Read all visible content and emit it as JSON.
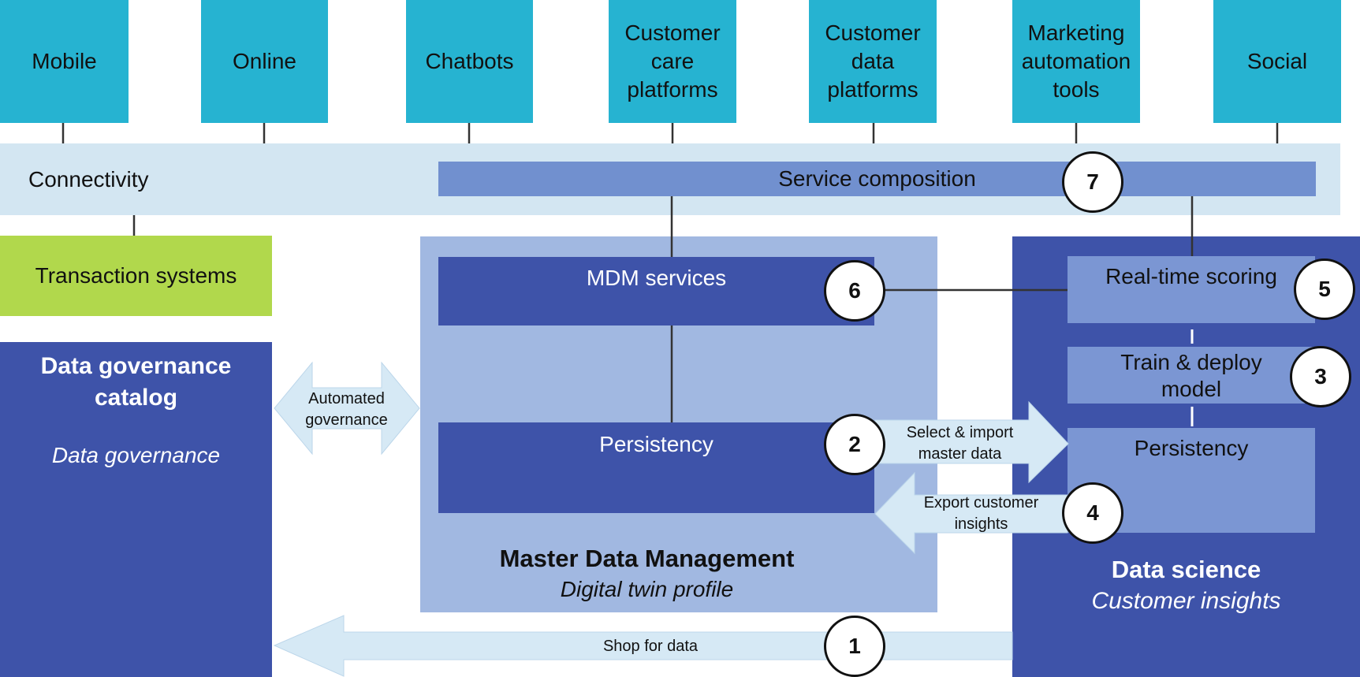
{
  "channels": [
    {
      "label": "Mobile"
    },
    {
      "label": "Online"
    },
    {
      "label": "Chatbots"
    },
    {
      "label": "Customer\ncare\nplatforms"
    },
    {
      "label": "Customer\ndata\nplatforms"
    },
    {
      "label": "Marketing\nautomation\ntools"
    },
    {
      "label": "Social"
    }
  ],
  "connectivity": {
    "label": "Connectivity"
  },
  "service_composition": {
    "label": "Service composition",
    "step": "7"
  },
  "transaction_systems": {
    "label": "Transaction systems"
  },
  "governance": {
    "title": "Data governance\ncatalog",
    "subtitle": "Data governance"
  },
  "automated_governance": {
    "label": "Automated\ngovernance"
  },
  "mdm": {
    "title": "Master Data Management",
    "subtitle": "Digital twin profile",
    "services": {
      "label": "MDM services",
      "step": "6"
    },
    "persistency": {
      "label": "Persistency"
    }
  },
  "data_science": {
    "title": "Data science",
    "subtitle": "Customer insights",
    "scoring": {
      "label": "Real-time scoring",
      "step": "5"
    },
    "train": {
      "label": "Train & deploy\nmodel",
      "step": "3"
    },
    "persistency": {
      "label": "Persistency"
    }
  },
  "flows": {
    "select_import": {
      "label": "Select & import\nmaster data",
      "step": "2"
    },
    "export_insights": {
      "label": "Export customer\ninsights",
      "step": "4"
    },
    "shop": {
      "label": "Shop for data",
      "step": "1"
    }
  },
  "colors": {
    "channel": "#26b3d1",
    "connectivity": "#d3e6f2",
    "service_bar": "#7190cf",
    "transaction": "#b1d84c",
    "dark_blue": "#3e53a9",
    "mdm_panel": "#a1b8e1",
    "mid_blue": "#7b96d3",
    "arrow": "#d6e9f5"
  }
}
